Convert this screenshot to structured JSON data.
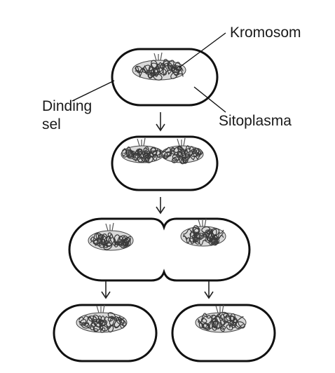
{
  "labels": {
    "chromosome": "Kromosom",
    "cell_wall_line1": "Dinding",
    "cell_wall_line2": "sel",
    "cytoplasm": "Sitoplasma"
  }
}
